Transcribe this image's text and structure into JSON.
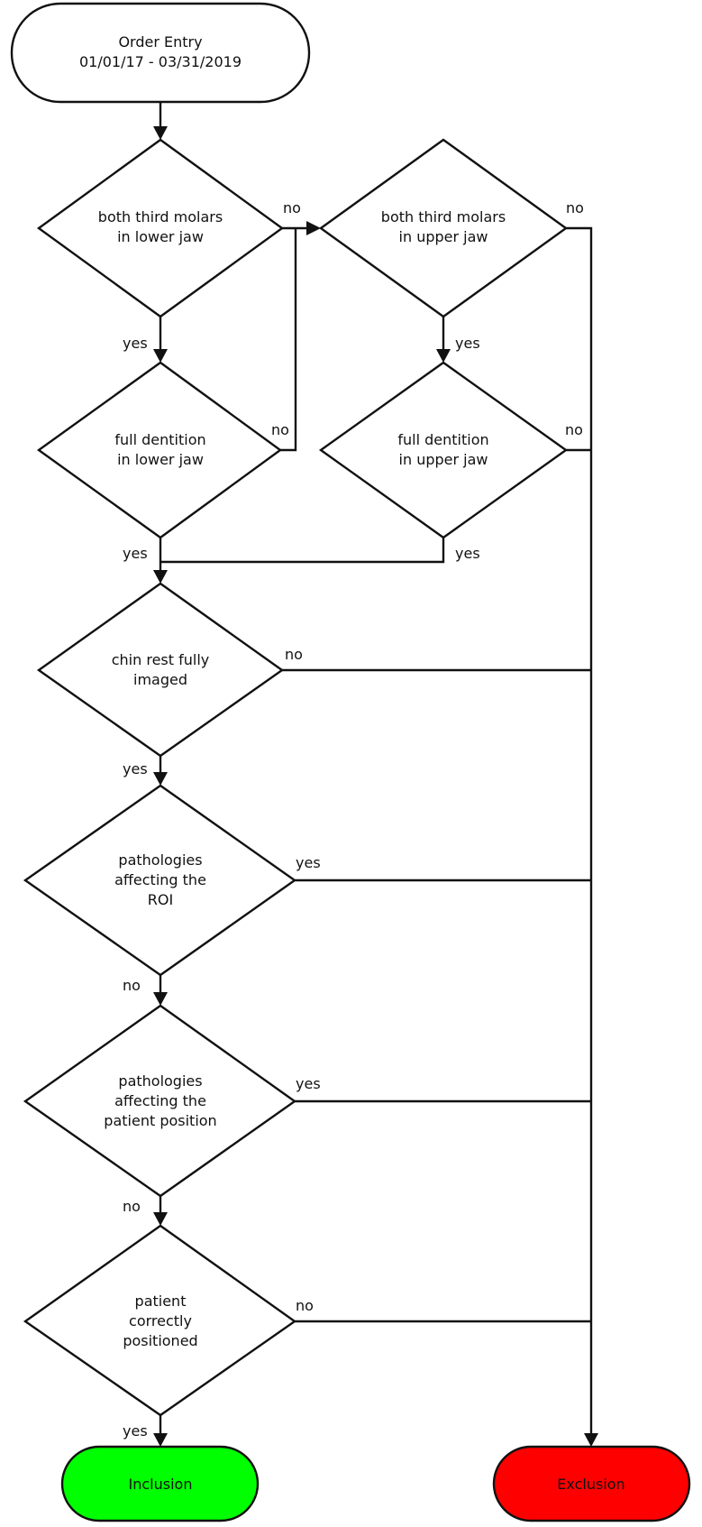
{
  "colors": {
    "line": "#111111",
    "node_fill": "#ffffff",
    "inclusion_fill": "#00ff00",
    "exclusion_fill": "#ff0000"
  },
  "start": {
    "lines": [
      "Order Entry",
      "01/01/17 - 03/31/2019"
    ]
  },
  "decisions": {
    "lower_molars": {
      "lines": [
        "both third molars",
        "in lower jaw"
      ]
    },
    "upper_molars": {
      "lines": [
        "both third molars",
        "in upper jaw"
      ]
    },
    "lower_dentition": {
      "lines": [
        "full dentition",
        "in lower jaw"
      ]
    },
    "upper_dentition": {
      "lines": [
        "full dentition",
        "in upper jaw"
      ]
    },
    "chin_rest": {
      "lines": [
        "chin rest fully",
        "imaged"
      ]
    },
    "path_roi": {
      "lines": [
        "pathologies",
        "affecting the",
        "ROI"
      ]
    },
    "path_position": {
      "lines": [
        "pathologies",
        "affecting the",
        "patient position"
      ]
    },
    "positioned": {
      "lines": [
        "patient",
        "correctly",
        "positioned"
      ]
    }
  },
  "edge_labels": {
    "lower_molars_no": "no",
    "lower_molars_yes": "yes",
    "upper_molars_no": "no",
    "upper_molars_yes": "yes",
    "lower_dentition_no": "no",
    "lower_dentition_yes": "yes",
    "upper_dentition_no": "no",
    "upper_dentition_yes": "yes",
    "chin_rest_no": "no",
    "chin_rest_yes": "yes",
    "path_roi_yes": "yes",
    "path_roi_no": "no",
    "path_position_yes": "yes",
    "path_position_no": "no",
    "positioned_no": "no",
    "positioned_yes": "yes"
  },
  "terminals": {
    "inclusion": "Inclusion",
    "exclusion": "Exclusion"
  }
}
